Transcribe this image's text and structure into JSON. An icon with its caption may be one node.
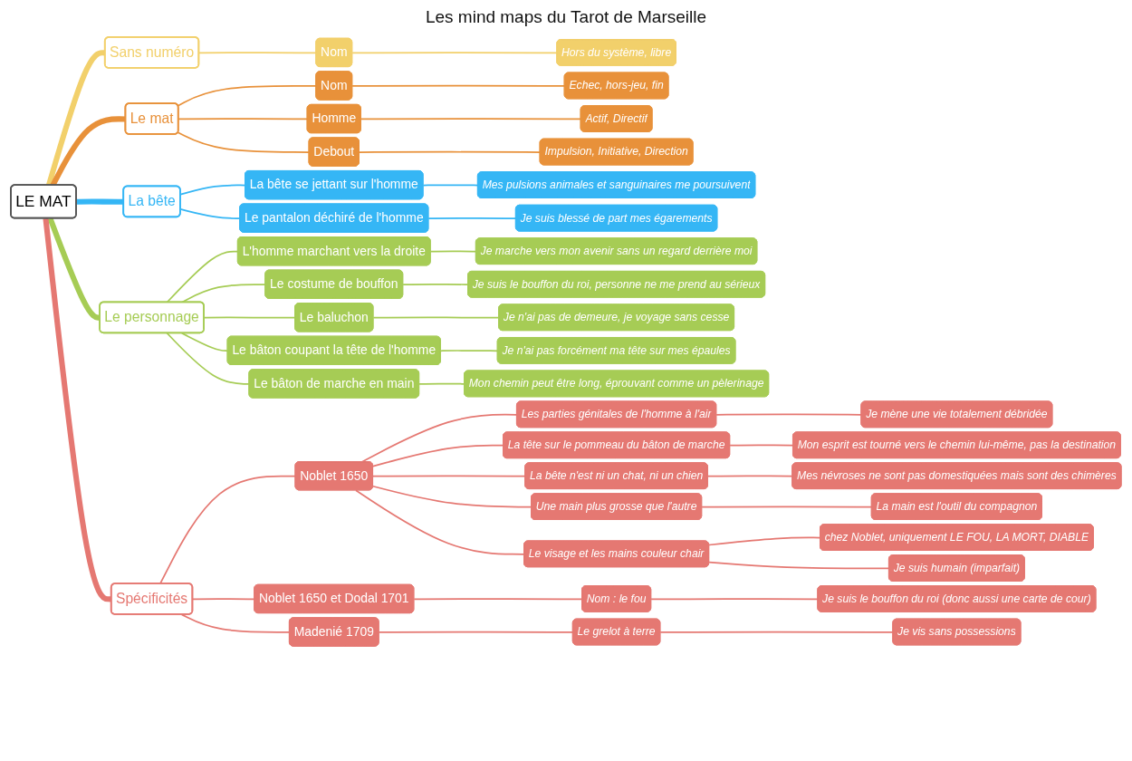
{
  "diagram": {
    "title": "Les mind maps du Tarot de Marseille",
    "nodes": [
      {
        "text": [
          "LE MAT"
        ]
      },
      {
        "text": [
          "Sans numéro"
        ]
      },
      {
        "text": [
          "Nom"
        ]
      },
      {
        "text": [
          "Hors du système, libre"
        ]
      },
      {
        "text": [
          "Le mat"
        ]
      },
      {
        "text": [
          "Nom"
        ]
      },
      {
        "text": [
          "Echec, hors-jeu, fin"
        ]
      },
      {
        "text": [
          "Homme"
        ]
      },
      {
        "text": [
          "Actif, Directif"
        ]
      },
      {
        "text": [
          "Debout"
        ]
      },
      {
        "text": [
          "Impulsion, Initiative, Direction"
        ]
      },
      {
        "text": [
          "La bête"
        ]
      },
      {
        "text": [
          "La bête se jettant sur l'homme"
        ]
      },
      {
        "text": [
          "Mes pulsions animales et sanguinaires me poursuivent"
        ]
      },
      {
        "text": [
          "Le pantalon déchiré de l'homme"
        ]
      },
      {
        "text": [
          "Je suis blessé de part mes égarements"
        ]
      },
      {
        "text": [
          "Le personnage"
        ]
      },
      {
        "text": [
          "L'homme marchant vers la droite"
        ]
      },
      {
        "text": [
          "Je marche vers mon avenir sans un regard derrière moi"
        ]
      },
      {
        "text": [
          "Le costume de bouffon"
        ]
      },
      {
        "text": [
          "Je suis le bouffon du roi, personne ne me prend au sérieux"
        ]
      },
      {
        "text": [
          "Le baluchon"
        ]
      },
      {
        "text": [
          "Je n'ai pas de demeure, je voyage sans cesse"
        ]
      },
      {
        "text": [
          "Le bâton coupant la tête de l'homme"
        ]
      },
      {
        "text": [
          "Je n'ai pas forcément ma tête sur mes épaules"
        ]
      },
      {
        "text": [
          "Le bâton de marche en main"
        ]
      },
      {
        "text": [
          "Mon chemin peut être long, éprouvant comme un pèlerinage"
        ]
      },
      {
        "text": [
          "Spécificités"
        ]
      },
      {
        "text": [
          "Noblet 1650"
        ]
      },
      {
        "text": [
          "Les parties génitales de l'homme à l'air"
        ]
      },
      {
        "text": [
          "Je mène une vie totalement débridée"
        ]
      },
      {
        "text": [
          "La tête sur le pommeau du bâton de marche"
        ]
      },
      {
        "text": [
          "Mon esprit est tourné vers le chemin lui-même, pas la destination"
        ]
      },
      {
        "text": [
          "La bête n'est ni un chat, ni un chien"
        ]
      },
      {
        "text": [
          "Mes névroses ne sont pas domestiquées mais sont des chimères"
        ]
      },
      {
        "text": [
          "Une main plus grosse que l'autre"
        ]
      },
      {
        "text": [
          "La main est l'outil du compagnon"
        ]
      },
      {
        "text": [
          "Le visage et les mains couleur chair"
        ]
      },
      {
        "text": [
          "chez Noblet, uniquement LE FOU, LA MORT, DIABLE"
        ]
      },
      {
        "text": [
          "Je suis humain (imparfait)"
        ]
      },
      {
        "text": [
          "Noblet 1650 et Dodal 1701"
        ]
      },
      {
        "text": [
          "Nom : le fou"
        ]
      },
      {
        "text": [
          "Je suis le bouffon du roi (donc aussi une carte de cour)"
        ]
      },
      {
        "text": [
          "Madenié 1709"
        ]
      },
      {
        "text": [
          "Le grelot à terre"
        ]
      },
      {
        "text": [
          "Je vis sans possessions"
        ]
      }
    ],
    "edges": [
      {
        "from": 0,
        "to": 1,
        "arrow": "none",
        "style": "thick",
        "color": "#f2d06b"
      },
      {
        "from": 1,
        "to": 2,
        "arrow": "none",
        "color": "#f2d06b"
      },
      {
        "from": 2,
        "to": 3,
        "arrow": "none",
        "color": "#f2d06b"
      },
      {
        "from": 0,
        "to": 4,
        "arrow": "none",
        "style": "thick",
        "color": "#e8913a"
      },
      {
        "from": 4,
        "to": 5,
        "arrow": "none",
        "color": "#e8913a"
      },
      {
        "from": 5,
        "to": 6,
        "arrow": "none",
        "color": "#e8913a"
      },
      {
        "from": 4,
        "to": 7,
        "arrow": "none",
        "color": "#e8913a"
      },
      {
        "from": 7,
        "to": 8,
        "arrow": "none",
        "color": "#e8913a"
      },
      {
        "from": 4,
        "to": 9,
        "arrow": "none",
        "color": "#e8913a"
      },
      {
        "from": 9,
        "to": 10,
        "arrow": "none",
        "color": "#e8913a"
      },
      {
        "from": 0,
        "to": 11,
        "arrow": "none",
        "style": "thick",
        "color": "#35b6f5"
      },
      {
        "from": 11,
        "to": 12,
        "arrow": "none",
        "color": "#35b6f5"
      },
      {
        "from": 12,
        "to": 13,
        "arrow": "none",
        "color": "#35b6f5"
      },
      {
        "from": 11,
        "to": 14,
        "arrow": "none",
        "color": "#35b6f5"
      },
      {
        "from": 14,
        "to": 15,
        "arrow": "none",
        "color": "#35b6f5"
      },
      {
        "from": 0,
        "to": 16,
        "arrow": "none",
        "style": "thick",
        "color": "#a6cc55"
      },
      {
        "from": 16,
        "to": 17,
        "arrow": "none",
        "color": "#a6cc55"
      },
      {
        "from": 17,
        "to": 18,
        "arrow": "none",
        "color": "#a6cc55"
      },
      {
        "from": 16,
        "to": 19,
        "arrow": "none",
        "color": "#a6cc55"
      },
      {
        "from": 19,
        "to": 20,
        "arrow": "none",
        "color": "#a6cc55"
      },
      {
        "from": 16,
        "to": 21,
        "arrow": "none",
        "color": "#a6cc55"
      },
      {
        "from": 21,
        "to": 22,
        "arrow": "none",
        "color": "#a6cc55"
      },
      {
        "from": 16,
        "to": 23,
        "arrow": "none",
        "color": "#a6cc55"
      },
      {
        "from": 23,
        "to": 24,
        "arrow": "none",
        "color": "#a6cc55"
      },
      {
        "from": 16,
        "to": 25,
        "arrow": "none",
        "color": "#a6cc55"
      },
      {
        "from": 25,
        "to": 26,
        "arrow": "none",
        "color": "#a6cc55"
      },
      {
        "from": 0,
        "to": 27,
        "arrow": "none",
        "style": "thick"
      },
      {
        "from": 27,
        "to": 28,
        "arrow": "none"
      },
      {
        "from": 28,
        "to": 29,
        "arrow": "none"
      },
      {
        "from": 29,
        "to": 30,
        "arrow": "none"
      },
      {
        "from": 28,
        "to": 31,
        "arrow": "none"
      },
      {
        "from": 31,
        "to": 32,
        "arrow": "none"
      },
      {
        "from": 28,
        "to": 33,
        "arrow": "none"
      },
      {
        "from": 33,
        "to": 34,
        "arrow": "none"
      },
      {
        "from": 28,
        "to": 35,
        "arrow": "none"
      },
      {
        "from": 35,
        "to": 36,
        "arrow": "none"
      },
      {
        "from": 28,
        "to": 37,
        "arrow": "none"
      },
      {
        "from": 37,
        "to": 38,
        "arrow": "none"
      },
      {
        "from": 37,
        "to": 39,
        "arrow": "none"
      },
      {
        "from": 27,
        "to": 40,
        "arrow": "none"
      },
      {
        "from": 40,
        "to": 41,
        "arrow": "none"
      },
      {
        "from": 41,
        "to": 42,
        "arrow": "none"
      },
      {
        "from": 27,
        "to": 43,
        "arrow": "none"
      },
      {
        "from": 43,
        "to": 44,
        "arrow": "none"
      },
      {
        "from": 44,
        "to": 45,
        "arrow": "none"
      }
    ]
  }
}
